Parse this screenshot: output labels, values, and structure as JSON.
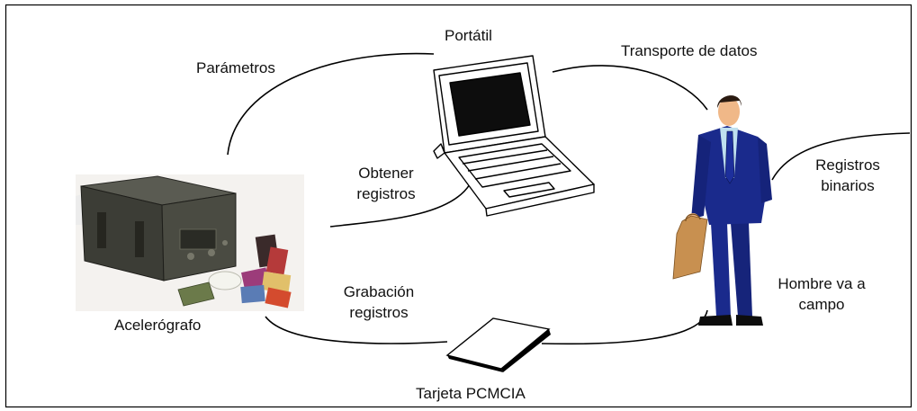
{
  "labels": {
    "portatil": "Portátil",
    "parametros": "Parámetros",
    "transporte": "Transporte de datos",
    "obtener_1": "Obtener",
    "obtener_2": "registros",
    "registros_binarios_1": "Registros",
    "registros_binarios_2": "binarios",
    "grabacion_1": "Grabación",
    "grabacion_2": "registros",
    "hombre_1": "Hombre va a",
    "hombre_2": "campo",
    "acelerografo": "Acelerógrafo",
    "tarjeta": "Tarjeta PCMCIA"
  },
  "colors": {
    "line": "#000000",
    "suit": "#1a2a8c",
    "shirt": "#bfe0f0",
    "tie": "#1d2f9c",
    "skin": "#f0b888",
    "hair": "#2a1a10",
    "bag": "#c89050",
    "device": "#3c3d36",
    "screen": "#0d0d0d"
  },
  "icons": [
    "laptop-icon",
    "accelerograph-photo",
    "pcmcia-card-icon",
    "businessman-icon"
  ]
}
